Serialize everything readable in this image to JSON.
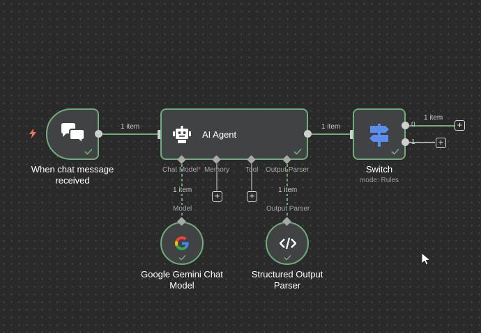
{
  "nodes": {
    "chat_trigger": {
      "label_line1": "When chat message",
      "label_line2": "received",
      "icon": "chat-bubbles-icon"
    },
    "ai_agent": {
      "title": "AI Agent",
      "icon": "robot-icon"
    },
    "switch": {
      "title": "Switch",
      "subtitle": "mode: Rules",
      "icon": "signpost-icon",
      "outputs": [
        "0",
        "1"
      ]
    },
    "gemini": {
      "label_line1": "Google Gemini Chat",
      "label_line2": "Model",
      "icon": "google-g-icon"
    },
    "parser": {
      "label_line1": "Structured Output",
      "label_line2": "Parser",
      "icon": "code-icon"
    }
  },
  "agent_inputs": {
    "chat_model": "Chat Model",
    "required_mark": "*",
    "memory": "Memory",
    "tool": "Tool",
    "output_parser": "Output Parser"
  },
  "connections": {
    "trigger_to_agent": "1 item",
    "agent_to_switch": "1 item",
    "switch_out0": "1 item",
    "model_link": "1 item",
    "parser_link": "1 item"
  },
  "sub_node_ports": {
    "model": "Model",
    "output_parser": "Output Parser"
  },
  "colors": {
    "node_border": "#6fae7a",
    "node_fill": "#414244",
    "connection": "#6fae7a",
    "trigger_bolt": "#e8735a",
    "switch_icon": "#5b8def"
  }
}
